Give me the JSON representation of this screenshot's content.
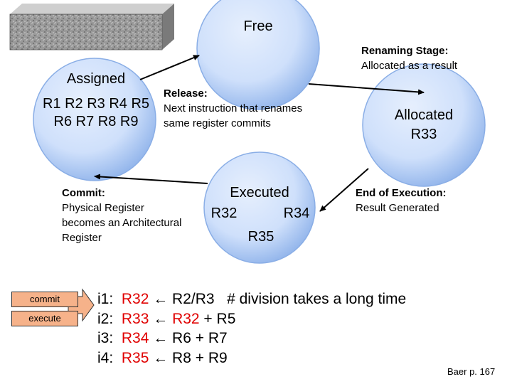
{
  "colors": {
    "node_fill": "#cfe0fb",
    "node_fill_edge": "#5f8fd8",
    "node_border": "#8aaee6",
    "arrow": "#000000",
    "highlight": "#e00000",
    "legend_fill": "#f6b28a"
  },
  "block": {
    "icon": "granite-block-icon"
  },
  "nodes": {
    "free": {
      "label": "Free"
    },
    "assigned": {
      "label": "Assigned",
      "line1": "R1 R2 R3 R4 R5",
      "line2": "R6 R7 R8 R9"
    },
    "allocated": {
      "label": "Allocated",
      "line1": "R33"
    },
    "executed": {
      "label": "Executed",
      "reg_a": "R32",
      "reg_b": "R34",
      "reg_c": "R35"
    }
  },
  "edges": {
    "renaming": {
      "head": "Renaming Stage:",
      "text": "Allocated as a result"
    },
    "release": {
      "head": "Release:",
      "line1": "Next instruction that renames",
      "line2": "same register commits"
    },
    "commit": {
      "head": "Commit:",
      "line1": "Physical Register",
      "line2": "becomes an Architectural",
      "line3": "Register"
    },
    "end_exec": {
      "head": "End of Execution:",
      "text": "Result Generated"
    }
  },
  "legend": {
    "commit": "commit",
    "execute": "execute"
  },
  "code": [
    {
      "id": "i1:",
      "dest": "R32",
      "op": " ← R2/R3",
      "src_red": "",
      "rest": "",
      "comment": "   # division takes a long time"
    },
    {
      "id": "i2:",
      "dest": "R33",
      "op": " ← ",
      "src_red": "R32",
      "rest": " + R5",
      "comment": ""
    },
    {
      "id": "i3:",
      "dest": "R34",
      "op": " ← R6 + R7",
      "src_red": "",
      "rest": "",
      "comment": ""
    },
    {
      "id": "i4:",
      "dest": "R35",
      "op": " ← R8 + R9",
      "src_red": "",
      "rest": "",
      "comment": ""
    }
  ],
  "credit": "Baer p. 167"
}
